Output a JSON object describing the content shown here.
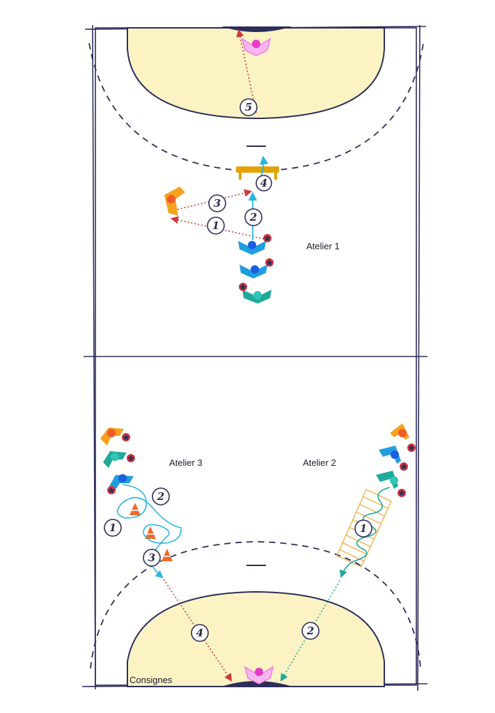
{
  "workshops": {
    "atelier1": {
      "label": "Atelier 1",
      "steps": [
        "1",
        "2",
        "3",
        "4",
        "5"
      ]
    },
    "atelier2": {
      "label": "Atelier 2",
      "steps": [
        "1",
        "2"
      ]
    },
    "atelier3": {
      "label": "Atelier 3",
      "steps": [
        "1",
        "2",
        "3",
        "4"
      ]
    }
  },
  "footer": {
    "label": "Consignes"
  },
  "colors": {
    "court_line": "#2d2d5a",
    "goal_area": "#fbf3c4",
    "pass_arrow": "#d2383f",
    "run_arrow": "#27b6e0",
    "dribble_arrow": "#1fa99a",
    "cone": "#ee6a2a",
    "bench": "#e3a200",
    "ladder": "#f2b24a",
    "goalkeeper": "#f17ae0"
  },
  "icons": [
    "player-icon",
    "goalkeeper-icon",
    "ball-icon",
    "cone-icon",
    "bench-icon",
    "ladder-icon",
    "arrow-icon"
  ]
}
